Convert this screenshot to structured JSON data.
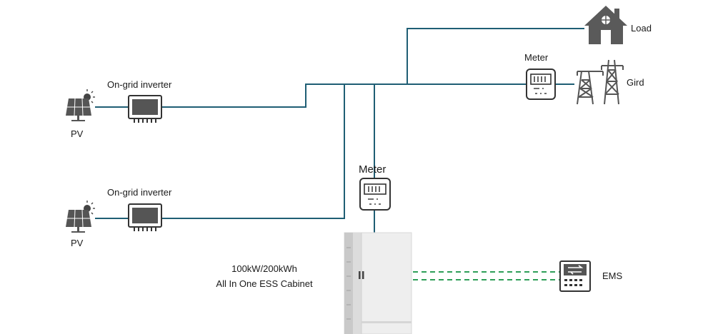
{
  "labels": {
    "load": "Load",
    "meter_top": "Meter",
    "grid": "Gird",
    "inverter_1": "On-grid inverter",
    "pv_1": "PV",
    "meter_mid": "Meter",
    "inverter_2": "On-grid inverter",
    "pv_2": "PV",
    "cabinet_line1": "100kW/200kWh",
    "cabinet_line2": "All In One ESS Cabinet",
    "ems": "EMS"
  },
  "colors": {
    "bus_line": "#1f5e74",
    "comm_line": "#2e9e58",
    "icon_dark": "#5a5a5a",
    "cabinet_body": "#eeeeee",
    "cabinet_side": "#c9c9c9"
  }
}
